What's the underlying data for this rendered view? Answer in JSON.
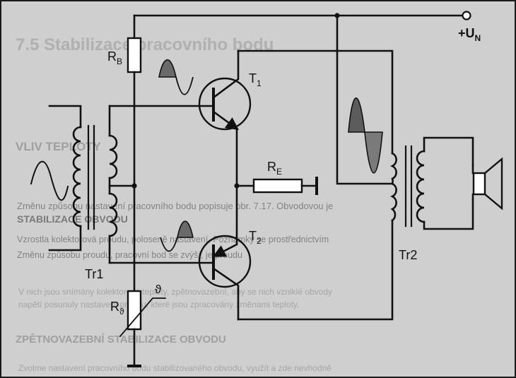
{
  "labels": {
    "supply": "+U",
    "supply_sub": "N",
    "rb": "R",
    "rb_sub": "B",
    "t1": "T",
    "t1_sub": "1",
    "re": "R",
    "re_sub": "E",
    "t2": "T",
    "t2_sub": "2",
    "tr1": "Tr1",
    "tr2": "Tr2",
    "r9": "R",
    "r9_sub": "ϑ",
    "theta": "ϑ"
  },
  "background_text": {
    "heading": "7.5     Stabilizace pracovního bodu",
    "heading2": "VLIV TEPLOTY",
    "line1": "Změnu způsobu nastavení pracovního bodu popisuje obr. 7.17. Obvodovou je",
    "line2": "STABILIZACE OBVODU",
    "line3": "Vzrostla kolektorová proudu, poloseně nastavení. Poznámky se prostřednictvím",
    "line4": "Změnu způsobu proudu, pracovní bod se zvýší, je proudu",
    "line5": "V nich jsou snímány kolektorové teploty, zpětnovazební, aby se nich vzniklé obvody",
    "line6": "napětí posunuly nastavení proudu, které jsou zpracovány změnami teploty.",
    "heading3": "ZPĚTNOVAZEBNÍ STABILIZACE OBVODU",
    "line7": "Zvolme nastavení pracovního bodu stabilizovaného obvodu, využít a zde nevhodně"
  }
}
